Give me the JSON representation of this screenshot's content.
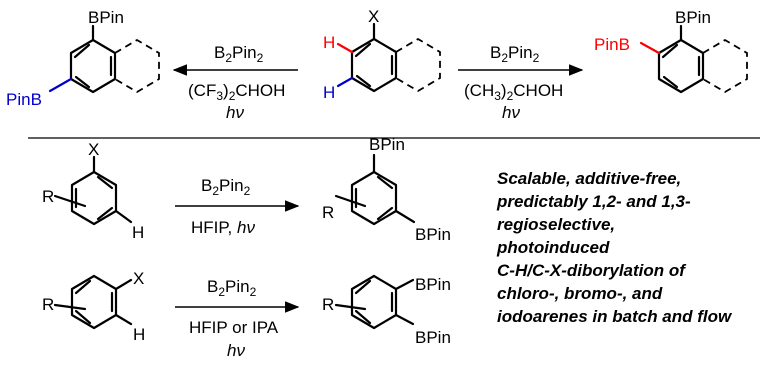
{
  "colors": {
    "black": "#000000",
    "red": "#ff0000",
    "blue": "#0000cc"
  },
  "top_scheme": {
    "start": {
      "substituent": "X",
      "h_red": "H",
      "h_blue": "H"
    },
    "left_reagent": {
      "reagent": "B",
      "reagent_sub1": "2",
      "reagent_mid": "Pin",
      "reagent_sub2": "2",
      "solvent_a": "(CF",
      "solvent_sub": "3",
      "solvent_b": ")",
      "solvent_sub2": "2",
      "solvent_c": "CHOH",
      "light": "hν"
    },
    "right_reagent": {
      "reagent": "B",
      "reagent_sub1": "2",
      "reagent_mid": "Pin",
      "reagent_sub2": "2",
      "solvent_a": "(CH",
      "solvent_sub": "3",
      "solvent_b": ")",
      "solvent_sub2": "2",
      "solvent_c": "CHOH",
      "light": "hν"
    },
    "left_product": {
      "top_group": "BPin",
      "side_group": "PinB"
    },
    "right_product": {
      "top_group": "BPin",
      "side_group": "PinB"
    }
  },
  "row1": {
    "start": {
      "substituent": "X",
      "r_group": "R",
      "h": "H"
    },
    "reagent": {
      "reagent": "B",
      "reagent_sub1": "2",
      "reagent_mid": "Pin",
      "reagent_sub2": "2",
      "conditions": "HFIP, ",
      "light": "hν"
    },
    "product": {
      "r_group": "R",
      "top_group": "BPin",
      "meta_group": "BPin"
    }
  },
  "row2": {
    "start": {
      "substituent": "X",
      "r_group": "R",
      "h": "H"
    },
    "reagent": {
      "reagent": "B",
      "reagent_sub1": "2",
      "reagent_mid": "Pin",
      "reagent_sub2": "2",
      "conditions": "HFIP or IPA",
      "light": "hν"
    },
    "product": {
      "r_group": "R",
      "group1": "BPin",
      "group2": "BPin"
    }
  },
  "summary": {
    "lines": [
      "Scalable, additive-free,",
      "predictably 1,2- and 1,3-",
      "regioselective,",
      "photoinduced",
      "C-H/C-X-diborylation of",
      "chloro-, bromo-, and",
      "iodoarenes in batch and flow"
    ]
  }
}
